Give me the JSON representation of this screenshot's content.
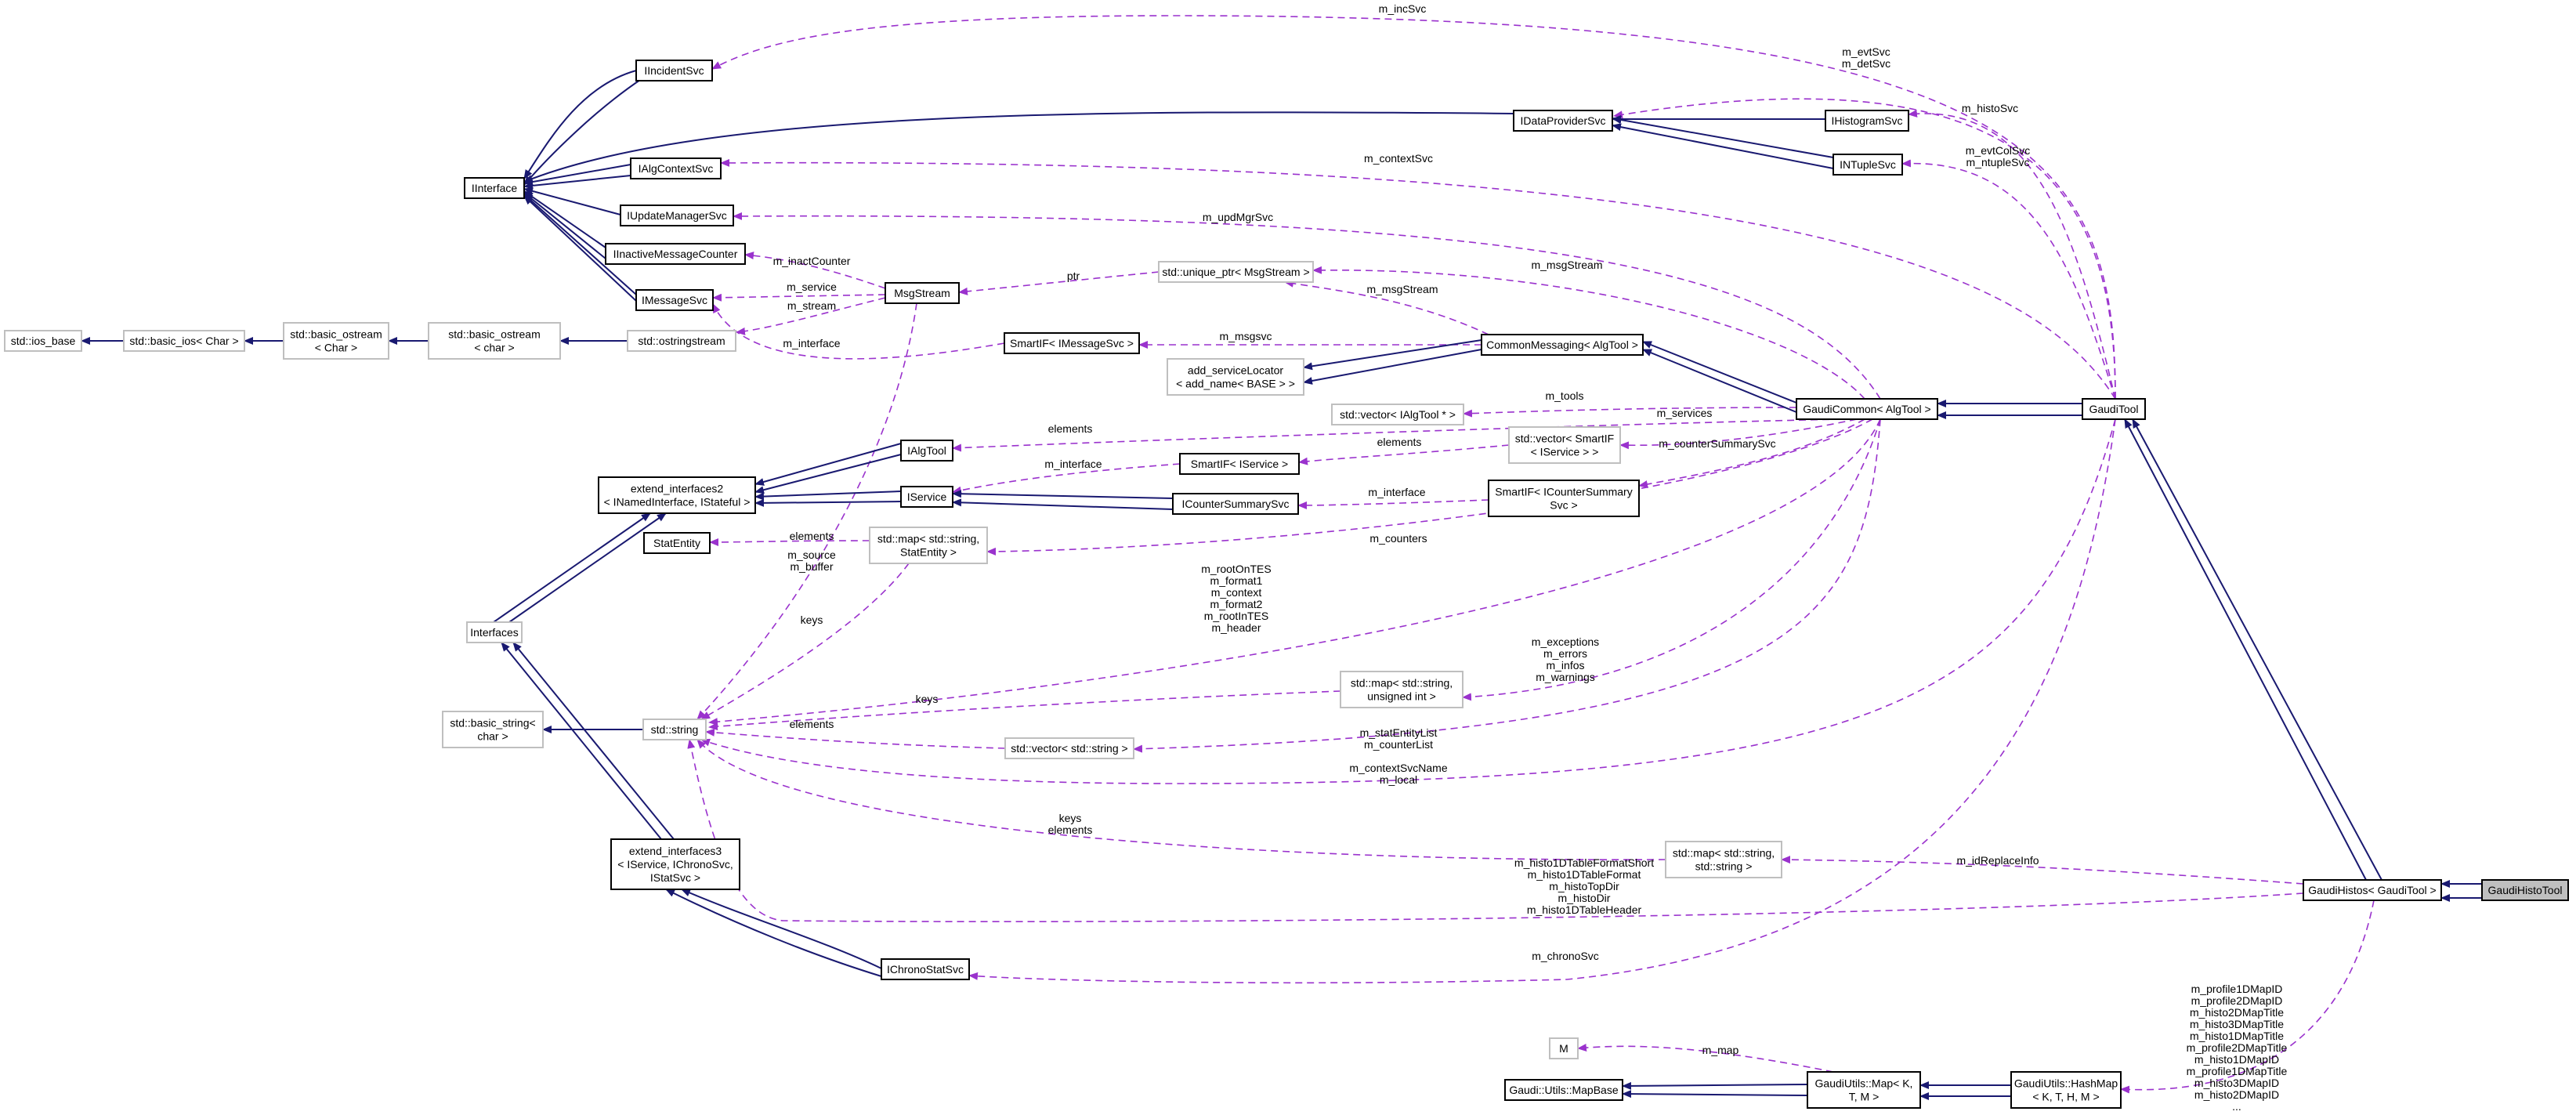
{
  "colors": {
    "inheritance_edge": "#191970",
    "member_edge": "#9a32cd",
    "focus_fill": "#bfbfbf",
    "external_border": "#bfbfbf"
  },
  "nodes": {
    "ios_base": [
      "std::ios_base"
    ],
    "basic_ios": [
      "std::basic_ios< Char >"
    ],
    "basic_ostream_Char": [
      "std::basic_ostream",
      "< Char >"
    ],
    "basic_ostream_char": [
      "std::basic_ostream",
      "< char >"
    ],
    "ostringstream": [
      "std::ostringstream"
    ],
    "IInterface": [
      "IInterface"
    ],
    "IIncidentSvc": [
      "IIncidentSvc"
    ],
    "IAlgContextSvc": [
      "IAlgContextSvc"
    ],
    "IUpdateManagerSvc": [
      "IUpdateManagerSvc"
    ],
    "IInactiveMessageCounter": [
      "IInactiveMessageCounter"
    ],
    "IMessageSvc": [
      "IMessageSvc"
    ],
    "MsgStream": [
      "MsgStream"
    ],
    "unique_ptr_MsgStream": [
      "std::unique_ptr< MsgStream >"
    ],
    "SmartIF_IMessageSvc": [
      "SmartIF< IMessageSvc >"
    ],
    "add_serviceLocator": [
      "add_serviceLocator",
      "< add_name< BASE > >"
    ],
    "CommonMessaging": [
      "CommonMessaging< AlgTool >"
    ],
    "IDataProviderSvc": [
      "IDataProviderSvc"
    ],
    "IHistogramSvc": [
      "IHistogramSvc"
    ],
    "INTupleSvc": [
      "INTupleSvc"
    ],
    "GaudiCommon": [
      "GaudiCommon< AlgTool >"
    ],
    "GaudiTool": [
      "GaudiTool"
    ],
    "IAlgTool": [
      "IAlgTool"
    ],
    "vector_IAlgTool": [
      "std::vector< IAlgTool * >"
    ],
    "vector_SmartIF_IService": [
      "std::vector< SmartIF",
      "< IService > >"
    ],
    "SmartIF_IService": [
      "SmartIF< IService >"
    ],
    "IService": [
      "IService"
    ],
    "ICounterSummarySvc": [
      "ICounterSummarySvc"
    ],
    "SmartIF_ICounterSummarySvc": [
      "SmartIF< ICounterSummary",
      "Svc >"
    ],
    "extend_interfaces2": [
      "extend_interfaces2",
      "< INamedInterface, IStateful >"
    ],
    "StatEntity": [
      "StatEntity"
    ],
    "map_string_StatEntity": [
      "std::map< std::string,",
      "StatEntity >"
    ],
    "Interfaces": [
      "Interfaces"
    ],
    "basic_string_char": [
      "std::basic_string<",
      "char >"
    ],
    "std_string": [
      "std::string"
    ],
    "map_string_unsigned": [
      "std::map< std::string,",
      "unsigned int >"
    ],
    "vector_string": [
      "std::vector< std::string >"
    ],
    "extend_interfaces3": [
      "extend_interfaces3",
      "< IService, IChronoSvc,",
      "IStatSvc >"
    ],
    "map_string_string": [
      "std::map< std::string,",
      "std::string >"
    ],
    "GaudiHistos": [
      "GaudiHistos< GaudiTool >"
    ],
    "GaudiHistoTool": [
      "GaudiHistoTool"
    ],
    "IChronoStatSvc": [
      "IChronoStatSvc"
    ],
    "M": [
      "M"
    ],
    "MapBase": [
      "Gaudi::Utils::MapBase"
    ],
    "GaudiUtils_Map": [
      "GaudiUtils::Map< K,",
      "T, M >"
    ],
    "HashMap": [
      "GaudiUtils::HashMap",
      "< K, T, H, M >"
    ]
  },
  "edge_labels": {
    "m_incSvc": [
      "m_incSvc"
    ],
    "m_evtSvc_detSvc": [
      "m_evtSvc",
      "m_detSvc"
    ],
    "m_histoSvc": [
      "m_histoSvc"
    ],
    "m_evtColSvc_ntupleSvc": [
      "m_evtColSvc",
      "m_ntupleSvc"
    ],
    "m_contextSvc": [
      "m_contextSvc"
    ],
    "m_updMgrSvc": [
      "m_updMgrSvc"
    ],
    "m_msgStream_1": [
      "m_msgStream"
    ],
    "m_msgStream_2": [
      "m_msgStream"
    ],
    "ptr": [
      "ptr"
    ],
    "m_inactCounter": [
      "m_inactCounter"
    ],
    "m_service": [
      "m_service"
    ],
    "m_stream": [
      "m_stream"
    ],
    "m_interface_msg": [
      "m_interface"
    ],
    "m_msgsvc": [
      "m_msgsvc"
    ],
    "m_tools": [
      "m_tools"
    ],
    "elements_tools": [
      "elements"
    ],
    "m_services": [
      "m_services"
    ],
    "elements_services": [
      "elements"
    ],
    "m_interface_svc": [
      "m_interface"
    ],
    "m_counterSummarySvc": [
      "m_counterSummarySvc"
    ],
    "m_interface_csvc": [
      "m_interface"
    ],
    "m_counters": [
      "m_counters"
    ],
    "elements_stat": [
      "elements"
    ],
    "m_source_buffer": [
      "m_source",
      "m_buffer"
    ],
    "string_members": [
      "m_rootOnTES",
      "m_format1",
      "m_context",
      "m_format2",
      "m_rootInTES",
      "m_header"
    ],
    "keys_statmap": [
      "keys"
    ],
    "exceptions_group": [
      "m_exceptions",
      "m_errors",
      "m_infos",
      "m_warnings"
    ],
    "keys_unsigned": [
      "keys"
    ],
    "elements_vecstr": [
      "elements"
    ],
    "statEntityList": [
      "m_statEntityList",
      "m_counterList"
    ],
    "contextSvcName": [
      "m_contextSvcName",
      "m_local"
    ],
    "keys_elements": [
      "keys",
      "elements"
    ],
    "m_idReplaceInfo": [
      "m_idReplaceInfo"
    ],
    "histo_strings": [
      "m_histo1DTableFormatShort",
      "m_histo1DTableFormat",
      "m_histoTopDir",
      "m_histoDir",
      "m_histo1DTableHeader"
    ],
    "m_chronoSvc": [
      "m_chronoSvc"
    ],
    "m_map": [
      "m_map"
    ],
    "hash_members": [
      "m_profile1DMapID",
      "m_profile2DMapID",
      "m_histo2DMapTitle",
      "m_histo3DMapTitle",
      "m_histo1DMapTitle",
      "m_profile2DMapTitle",
      "m_histo1DMapID",
      "m_profile1DMapTitle",
      "m_histo3DMapID",
      "m_histo2DMapID",
      "..."
    ]
  }
}
